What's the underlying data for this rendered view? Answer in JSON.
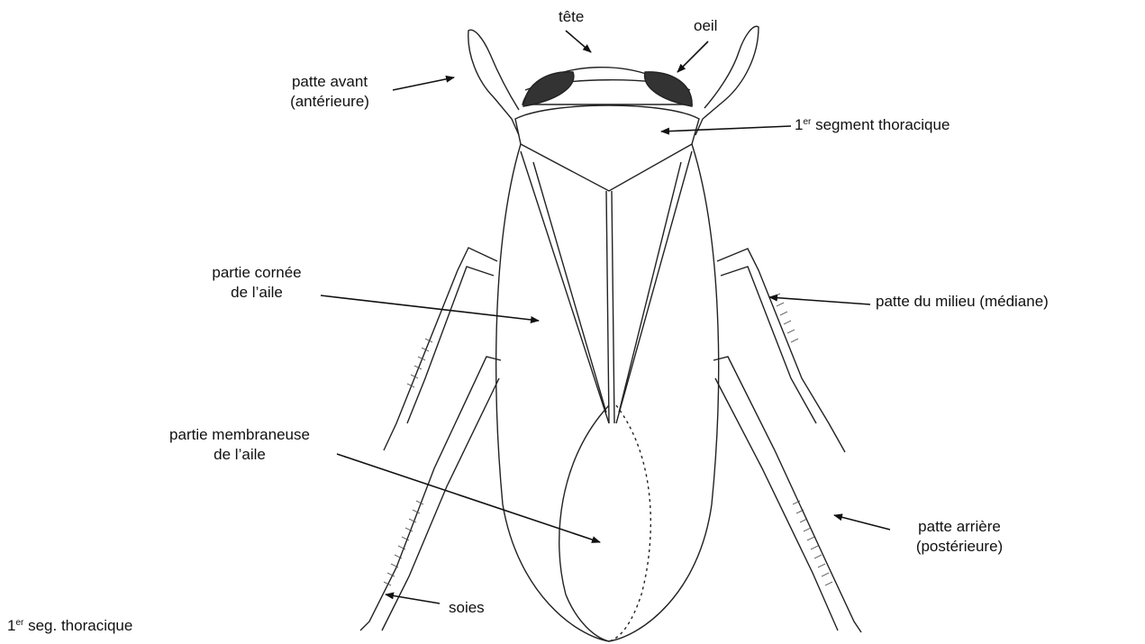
{
  "figure": {
    "labels": {
      "head": "tête",
      "eye": "oeil",
      "foreleg": [
        "patte avant",
        "(antérieure)"
      ],
      "thorax_1": {
        "num": "1",
        "sup": "er",
        "rest": " segment thoracique"
      },
      "wing_horny": [
        "partie cornée",
        "de l’aile"
      ],
      "midleg": "patte du milieu (médiane)",
      "wing_membrane": [
        "partie membraneuse",
        "de l’aile"
      ],
      "hindleg": [
        "patte arrière",
        "(postérieure)"
      ],
      "setae": "soies",
      "footnote": {
        "num": "1",
        "sup": "er",
        "rest": " seg. thoracique"
      }
    }
  }
}
